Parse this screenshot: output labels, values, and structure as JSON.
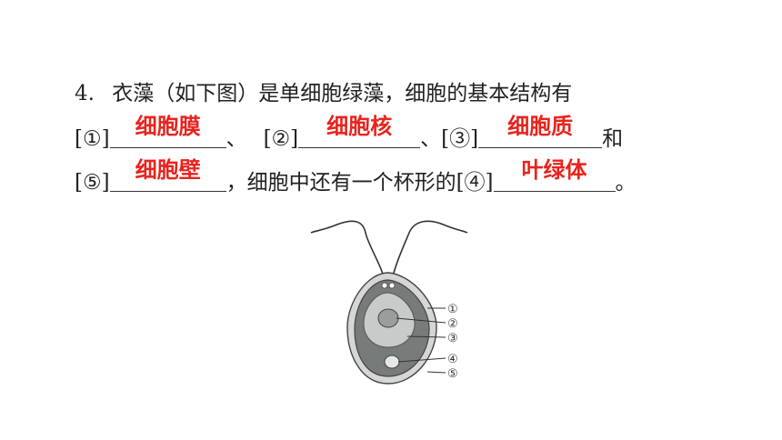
{
  "question": {
    "number": "4.",
    "line1": "衣藻（如下图）是单细胞绿藻，细胞的基本结构有",
    "marks": {
      "m1": "[①]",
      "m2": "[②]",
      "m3": "[③]",
      "m4": "[④]",
      "m5": "[⑤]"
    },
    "sep1": "、",
    "sep2": "、",
    "and": "和",
    "comma": "，",
    "mid_text": "细胞中还有一个杯形的",
    "end": "。"
  },
  "answers": {
    "a1": "细胞膜",
    "a2": "细胞核",
    "a3": "细胞质",
    "a5": "细胞壁",
    "a4": "叶绿体"
  },
  "figure": {
    "labels": [
      "①",
      "②",
      "③",
      "④",
      "⑤"
    ]
  },
  "colors": {
    "answer": "#e8231d",
    "text": "#222222"
  }
}
